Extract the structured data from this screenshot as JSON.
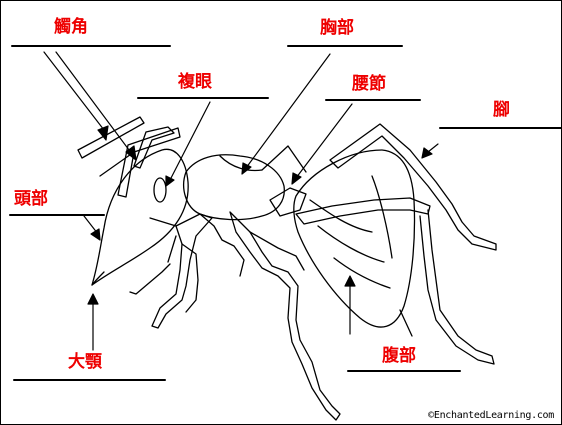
{
  "labels": {
    "antenna": "觸角",
    "compound_eye": "複眼",
    "thorax": "胸部",
    "petiole": "腰節",
    "legs": "腳",
    "head": "頭部",
    "mandibles": "大顎",
    "abdomen": "腹部"
  },
  "credit": "©EnchantedLearning.com",
  "colors": {
    "label": "#ee0000",
    "line": "#000000"
  }
}
